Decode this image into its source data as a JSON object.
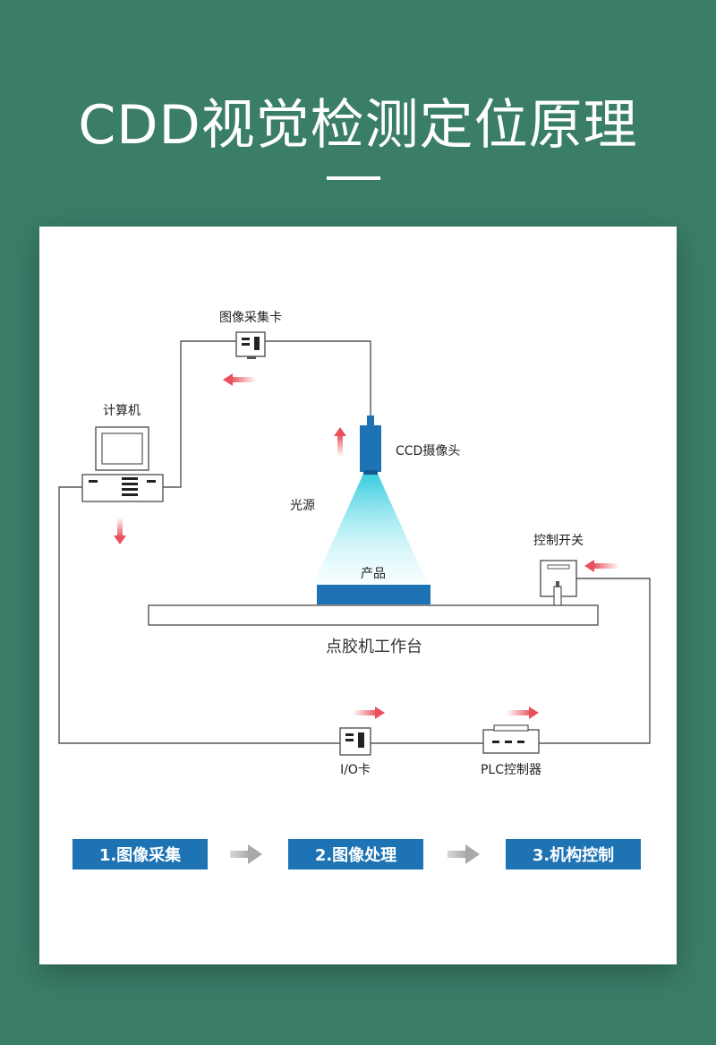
{
  "title": "CDD视觉检测定位原理",
  "labels": {
    "capture_card": "图像采集卡",
    "computer": "计算机",
    "ccd_camera": "CCD摄像头",
    "light_source": "光源",
    "product": "产品",
    "control_switch": "控制开关",
    "workbench": "点胶机工作台",
    "io_card": "I/O卡",
    "plc": "PLC控制器"
  },
  "steps": [
    {
      "label": "1.图像采集"
    },
    {
      "label": "2.图像处理"
    },
    {
      "label": "3.机构控制"
    }
  ],
  "colors": {
    "background": "#3a7d69",
    "step_blue": "#1e73b5",
    "product_blue": "#1e73b5",
    "arrow_red": "#e8505b",
    "light_cyan": "#7fe3ee"
  }
}
